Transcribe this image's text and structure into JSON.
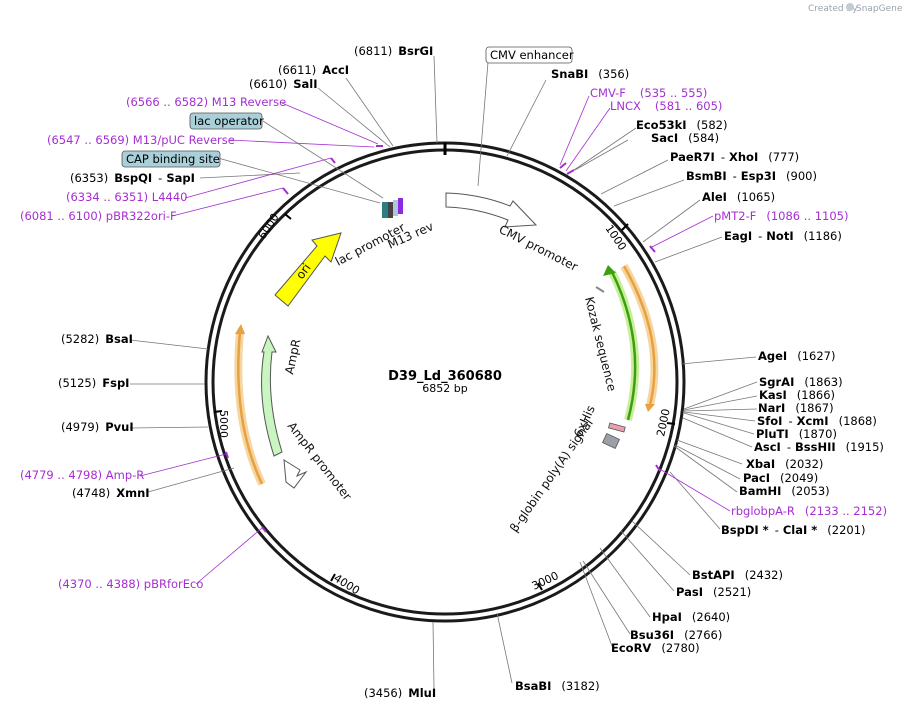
{
  "header": {
    "created_by": "Created by",
    "brand": "SnapGene"
  },
  "plasmid": {
    "name": "D39_Ld_360680",
    "size_label": "6852 bp"
  },
  "ticks": [
    "1000",
    "2000",
    "3000",
    "4000",
    "5000",
    "6000"
  ],
  "features": [
    {
      "id": "cmv-promoter",
      "label": "CMV promoter",
      "color": "#ffffff"
    },
    {
      "id": "kozak",
      "label": "Kozak sequence",
      "color": "#888888"
    },
    {
      "id": "his",
      "label": "6xHis",
      "color": "#e8a0b0"
    },
    {
      "id": "bglobin",
      "label": "β-globin poly(A) signal",
      "color": "#9aa0a6"
    },
    {
      "id": "ampr",
      "label": "AmpR",
      "color": "#c8f5c0"
    },
    {
      "id": "ampr-promoter",
      "label": "AmpR promoter",
      "color": "#ffffff"
    },
    {
      "id": "ori",
      "label": "ori",
      "color": "#ffff00"
    },
    {
      "id": "lac-promoter",
      "label": "lac promoter",
      "color": "#ffffff"
    },
    {
      "id": "m13rev",
      "label": "M13 rev",
      "color": "#8a2be2"
    },
    {
      "id": "green-orf",
      "label": "",
      "color": "#3aa010"
    },
    {
      "id": "orange-orf",
      "label": "",
      "color": "#e8a040"
    }
  ],
  "boxed_labels": {
    "cmv_enhancer": "CMV enhancer",
    "lac_operator": "lac operator",
    "cap_site": "CAP binding site"
  },
  "enzymes": [
    {
      "id": "bsrgi",
      "pos": "(6811)",
      "name": "BsrGI"
    },
    {
      "id": "acci",
      "pos": "(6611)",
      "name": "AccI"
    },
    {
      "id": "sali",
      "pos": "(6610)",
      "name": "SalI"
    },
    {
      "id": "snabi",
      "name": "SnaBI",
      "pos": "(356)"
    },
    {
      "id": "eco53ki",
      "name": "Eco53kI",
      "pos": "(582)"
    },
    {
      "id": "saci",
      "name": "SacI",
      "pos": "(584)"
    },
    {
      "id": "paer7i",
      "name": "PaeR7I",
      "sep": "-",
      "name2": "XhoI",
      "pos": "(777)"
    },
    {
      "id": "bsmbi",
      "name": "BsmBI",
      "sep": "-",
      "name2": "Esp3I",
      "pos": "(900)"
    },
    {
      "id": "alei",
      "name": "AleI",
      "pos": "(1065)"
    },
    {
      "id": "eagi",
      "name": "EagI",
      "sep": "-",
      "name2": "NotI",
      "pos": "(1186)"
    },
    {
      "id": "agei",
      "name": "AgeI",
      "pos": "(1627)"
    },
    {
      "id": "sgrai",
      "name": "SgrAI",
      "pos": "(1863)"
    },
    {
      "id": "kasi",
      "name": "KasI",
      "pos": "(1866)"
    },
    {
      "id": "nari",
      "name": "NarI",
      "pos": "(1867)"
    },
    {
      "id": "sfoi",
      "name": "SfoI",
      "sep": "-",
      "name2": "XcmI",
      "pos": "(1868)"
    },
    {
      "id": "pluti",
      "name": "PluTI",
      "pos": "(1870)"
    },
    {
      "id": "asci",
      "name": "AscI",
      "sep": "-",
      "name2": "BssHII",
      "pos": "(1915)"
    },
    {
      "id": "xbai",
      "name": "XbaI",
      "pos": "(2032)"
    },
    {
      "id": "paci",
      "name": "PacI",
      "pos": "(2049)"
    },
    {
      "id": "bamhi",
      "name": "BamHI",
      "pos": "(2053)"
    },
    {
      "id": "bspdi",
      "name": "BspDI *",
      "sep": "-",
      "name2": "ClaI *",
      "pos": "(2201)"
    },
    {
      "id": "bstapi",
      "name": "BstAPI",
      "pos": "(2432)"
    },
    {
      "id": "pasi",
      "name": "PasI",
      "pos": "(2521)"
    },
    {
      "id": "hpai",
      "name": "HpaI",
      "pos": "(2640)"
    },
    {
      "id": "bsu36i",
      "name": "Bsu36I",
      "pos": "(2766)"
    },
    {
      "id": "ecorv",
      "name": "EcoRV",
      "pos": "(2780)"
    },
    {
      "id": "bsabi",
      "name": "BsaBI",
      "pos": "(3182)"
    },
    {
      "id": "mlui",
      "pos": "(3456)",
      "name": "MluI"
    },
    {
      "id": "xmni",
      "pos": "(4748)",
      "name": "XmnI"
    },
    {
      "id": "pvui",
      "pos": "(4979)",
      "name": "PvuI"
    },
    {
      "id": "fspi",
      "pos": "(5125)",
      "name": "FspI"
    },
    {
      "id": "bsai",
      "pos": "(5282)",
      "name": "BsaI"
    },
    {
      "id": "bspqi",
      "pos": "(6353)",
      "name": "BspQI",
      "sep": "-",
      "name2": "SapI"
    }
  ],
  "primers": [
    {
      "id": "m13-reverse",
      "text": "(6566 .. 6582)  M13 Reverse"
    },
    {
      "id": "m13-puc-reverse",
      "text": "(6547 .. 6569)  M13/pUC Reverse"
    },
    {
      "id": "l4440",
      "text": "(6334 .. 6351)  L4440"
    },
    {
      "id": "pbr322ori-f",
      "text": "(6081 .. 6100)  pBR322ori-F"
    },
    {
      "id": "cmv-f",
      "name": "CMV-F",
      "range": "(535 .. 555)"
    },
    {
      "id": "lncx",
      "name": "LNCX",
      "range": "(581 .. 605)"
    },
    {
      "id": "pmt2-f",
      "name": "pMT2-F",
      "range": "(1086 .. 1105)"
    },
    {
      "id": "rbglobpa-r",
      "name": "rbglobpA-R",
      "range": "(2133 .. 2152)"
    },
    {
      "id": "amp-r",
      "text": "(4779 .. 4798)  Amp-R"
    },
    {
      "id": "pbrforeco",
      "text": "(4370 .. 4388)  pBRforEco"
    }
  ],
  "colors": {
    "primer": "#a52ed2",
    "ring": "#1a1a1a",
    "label_box": "#a9cfd9",
    "connector": "#777777"
  }
}
